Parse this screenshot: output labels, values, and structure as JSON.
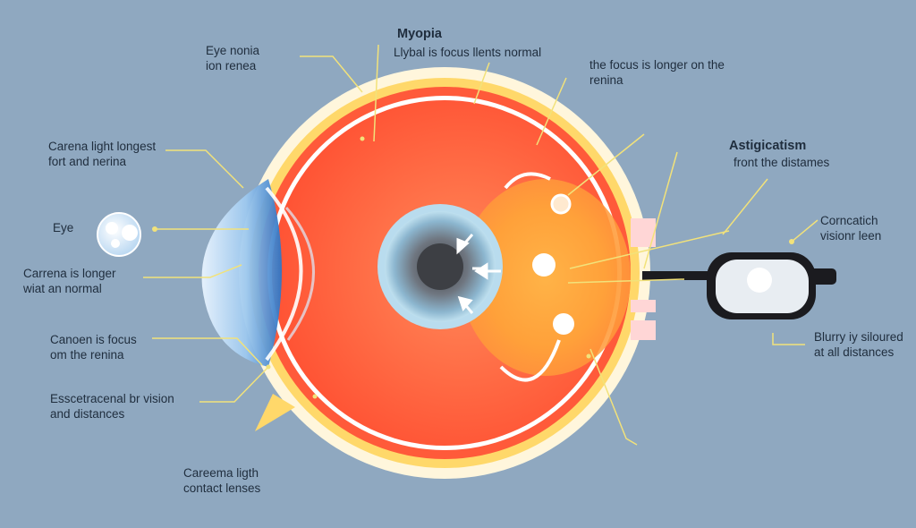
{
  "labels": {
    "eye_retina": [
      "Eye nonia",
      "ion renea"
    ],
    "myopia_title": "Myopia",
    "myopia_desc": "Llybal is focus llents normal",
    "focus_longer": [
      "the focus is longer on the",
      "renina"
    ],
    "cornea_longest": [
      "Carena light longest",
      "fort and nerina"
    ],
    "astigmatism_title": "Astigicatism",
    "astigmatism_desc": "front the distames",
    "eye": "Eye",
    "corrective_vision": [
      "Corncatich",
      "visionr leen"
    ],
    "cornea_longer": [
      "Carrena is longer",
      "wiat an normal"
    ],
    "blurry": [
      "Blurry iy siloured",
      "at all distances"
    ],
    "cornea_focus": [
      "Canoen is focus",
      "om the renina"
    ],
    "eccentric": [
      "Esscetracenal br vision",
      "and distances"
    ],
    "contact_lenses": [
      "Careema ligth",
      "contact lenses"
    ]
  },
  "colors": {
    "background": "#8fa8c0",
    "sclera": "#ff5a3a",
    "outer_ring": "#fff6dc",
    "yellow_ring": "#ffd86a",
    "lens": "#cfe6fb",
    "iris": "#9fc8e0",
    "pupil": "#3d3f44",
    "focus_glow": "#ffa33a",
    "glasses_frame": "#1b1b1f",
    "text": "#1f2d3d"
  },
  "icons": [
    "eye-diagram",
    "contact-lens-icon",
    "eyeglasses-icon",
    "arrow-icon"
  ]
}
